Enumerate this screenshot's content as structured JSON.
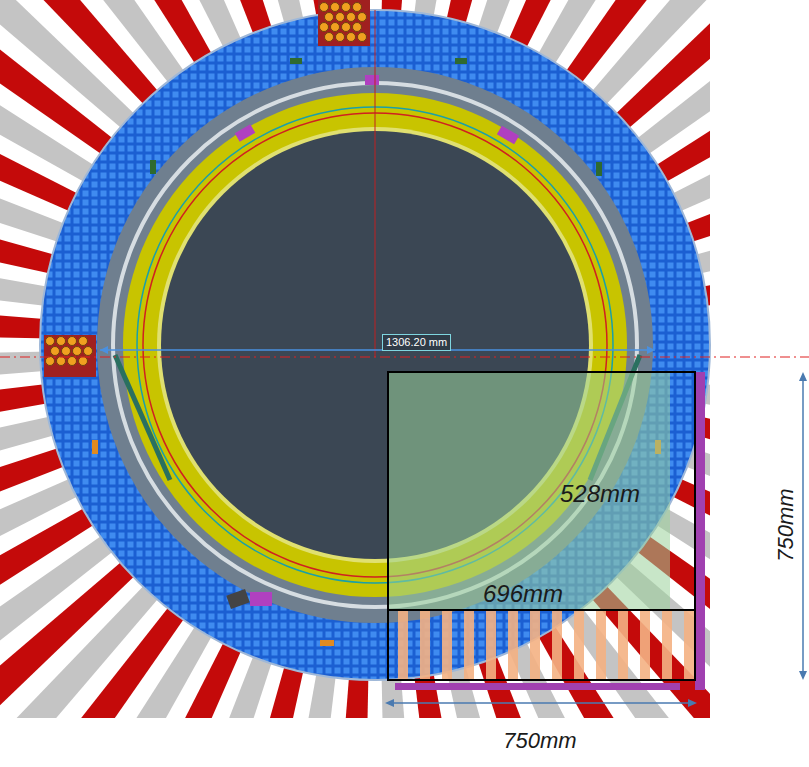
{
  "diagram": {
    "labels": [
      "1306.20 mm",
      "528mm",
      "696mm",
      "750mm",
      "750mm"
    ]
  }
}
